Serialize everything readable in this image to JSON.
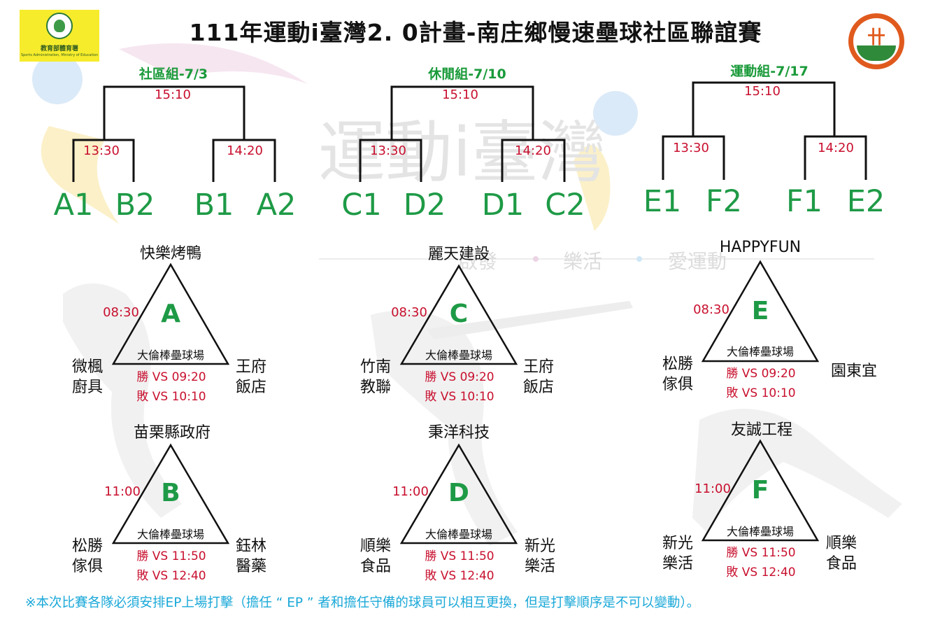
{
  "header": {
    "title": "111年運動i臺灣2. 0計畫-南庄鄉慢速壘球社區聯誼賽",
    "left_logo_name": "教育部體育署",
    "left_logo_en": "Sports Administration, Ministry of Education",
    "right_logo_icon": "township-emblem-icon"
  },
  "watermark": {
    "big": "運動i臺灣",
    "slogan_1": "啟發",
    "slogan_2": "樂活",
    "slogan_3": "愛運動"
  },
  "brackets": [
    {
      "title": "社區組-7/3",
      "final_time": "15:10",
      "semi_left_time": "13:30",
      "semi_right_time": "14:20",
      "seeds": [
        "A1",
        "B2",
        "B1",
        "A2"
      ]
    },
    {
      "title": "休閒組-7/10",
      "final_time": "15:10",
      "semi_left_time": "13:30",
      "semi_right_time": "14:20",
      "seeds": [
        "C1",
        "D2",
        "D1",
        "C2"
      ]
    },
    {
      "title": "運動組-7/17",
      "final_time": "15:10",
      "semi_left_time": "13:30",
      "semi_right_time": "14:20",
      "seeds": [
        "E1",
        "F2",
        "F1",
        "E2"
      ]
    }
  ],
  "pools": [
    {
      "letter": "A",
      "top_team": "快樂烤鴨",
      "time": "08:30",
      "venue": "大倫棒壘球場",
      "win_match": "勝 VS 09:20",
      "lose_match": "敗 VS 10:10",
      "left_team": [
        "微楓",
        "廚具"
      ],
      "right_team": [
        "王府",
        "飯店"
      ]
    },
    {
      "letter": "B",
      "top_team": "苗栗縣政府",
      "time": "11:00",
      "venue": "大倫棒壘球場",
      "win_match": "勝 VS 11:50",
      "lose_match": "敗 VS 12:40",
      "left_team": [
        "松勝",
        "傢俱"
      ],
      "right_team": [
        "鈺林",
        "醫藥"
      ]
    },
    {
      "letter": "C",
      "top_team": "麗天建設",
      "time": "08:30",
      "venue": "大倫棒壘球場",
      "win_match": "勝 VS 09:20",
      "lose_match": "敗 VS 10:10",
      "left_team": [
        "竹南",
        "教聯"
      ],
      "right_team": [
        "王府",
        "飯店"
      ]
    },
    {
      "letter": "D",
      "top_team": "秉洋科技",
      "time": "11:00",
      "venue": "大倫棒壘球場",
      "win_match": "勝 VS 11:50",
      "lose_match": "敗 VS 12:40",
      "left_team": [
        "順樂",
        "食品"
      ],
      "right_team": [
        "新光",
        "樂活"
      ]
    },
    {
      "letter": "E",
      "top_team": "HAPPYFUN",
      "time": "08:30",
      "venue": "大倫棒壘球場",
      "win_match": "勝 VS 09:20",
      "lose_match": "敗 VS 10:10",
      "left_team": [
        "松勝",
        "傢俱"
      ],
      "right_team": [
        "園東宜",
        ""
      ]
    },
    {
      "letter": "F",
      "top_team": "友誠工程",
      "time": "11:00",
      "venue": "大倫棒壘球場",
      "win_match": "勝 VS 11:50",
      "lose_match": "敗 VS 12:40",
      "left_team": [
        "新光",
        "樂活"
      ],
      "right_team": [
        "順樂",
        "食品"
      ]
    }
  ],
  "footer": {
    "note": "※本次比賽各隊必須安排EP上場打擊（擔任 “ EP ” 者和擔任守備的球員可以相互更換，但是打擊順序是不可以變動）。"
  },
  "colors": {
    "green": "#1e9a46",
    "red": "#c8102e",
    "footer_blue": "#1aa8d8"
  }
}
